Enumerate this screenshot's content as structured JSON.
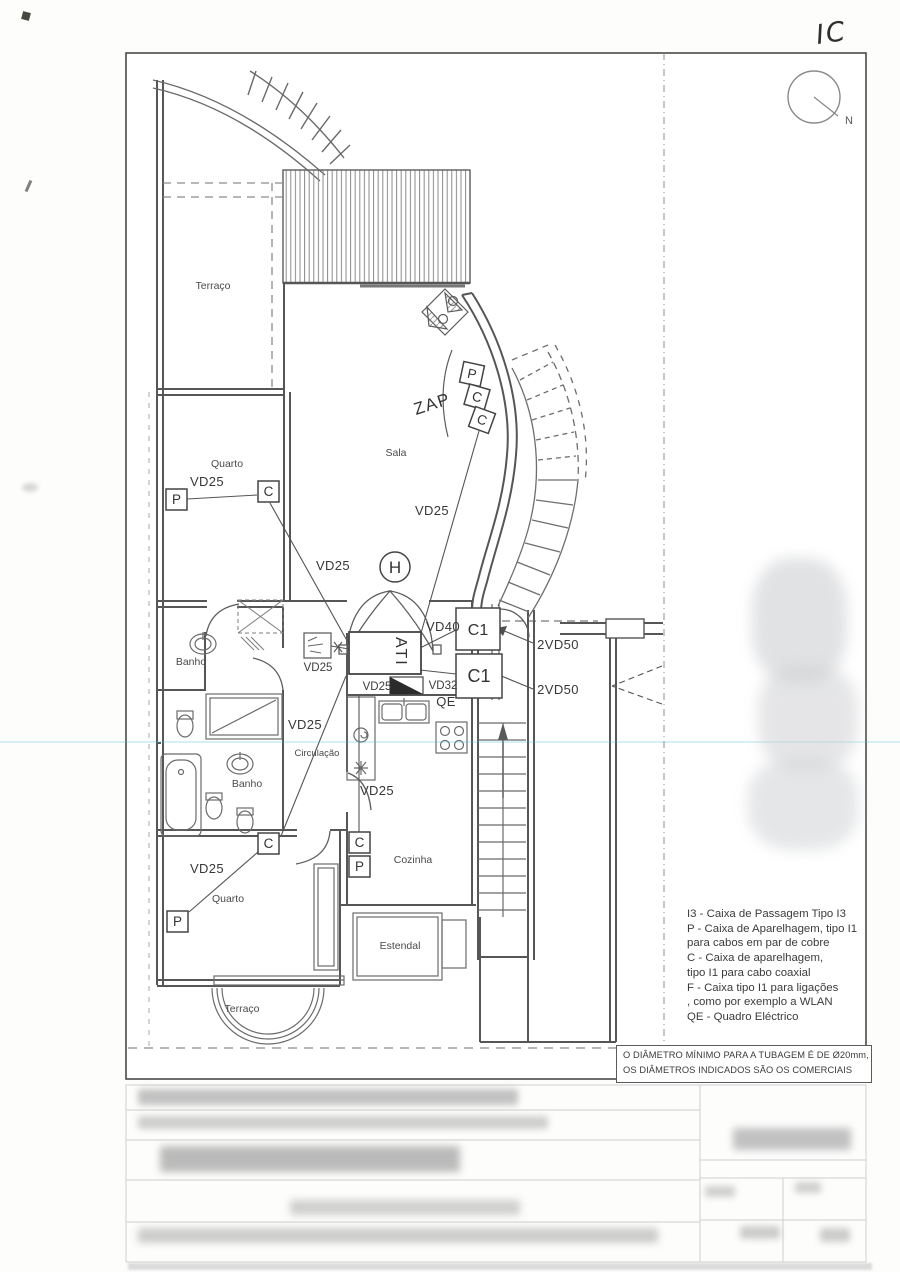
{
  "page": {
    "north_label": "N",
    "handwritten_note": "IC"
  },
  "rooms": {
    "terraco_top": "Terraço",
    "quarto_top": "Quarto",
    "sala": "Sala",
    "banho_top": "Banho",
    "circulacao": "Circulação",
    "banho_bottom": "Banho",
    "cozinha": "Cozinha",
    "quarto_bottom": "Quarto",
    "estendal": "Estendal",
    "terraco_bottom": "Terraço"
  },
  "boxes": {
    "p": "P",
    "c": "C",
    "c1": "C1",
    "ati": "ATI",
    "zap": "ZAP",
    "h": "H",
    "qe": "QE"
  },
  "conduits": {
    "vd25": "VD25",
    "vd40": "VD40",
    "vd32": "VD32",
    "vd50_double": "2VD50"
  },
  "legend": {
    "lines": [
      "I3 - Caixa de Passagem Tipo I3",
      "P - Caixa de Aparelhagem, tipo I1",
      "para cabos em par de cobre",
      "C - Caixa de aparelhagem,",
      "tipo I1 para cabo coaxial",
      "F - Caixa tipo I1 para ligações",
      ", como por exemplo a WLAN",
      "QE - Quadro Eléctrico"
    ]
  },
  "note": {
    "line1": "O DIÂMETRO MÍNIMO PARA A TUBAGEM É DE Ø20mm,",
    "line2": "OS DIÂMETROS INDICADOS SÃO OS COMERCIAIS"
  },
  "colors": {
    "ink": "#3f3f3f",
    "wall": "#525252",
    "scanline": "#46bed2"
  }
}
